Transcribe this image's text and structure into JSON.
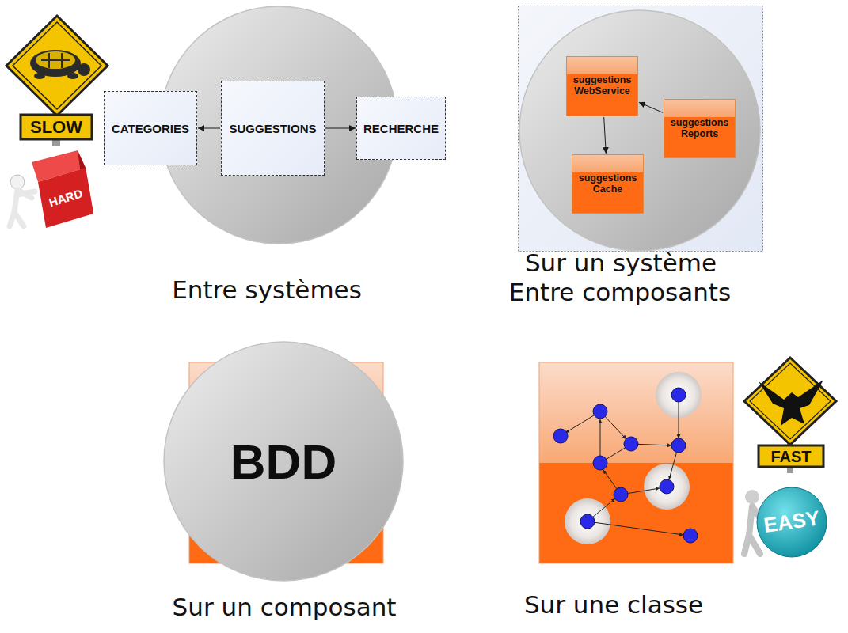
{
  "diagram": {
    "nodes": [
      {
        "text": [
          "CATEGORIES"
        ]
      },
      {
        "text": [
          "SUGGESTIONS"
        ]
      },
      {
        "text": [
          "RECHERCHE"
        ]
      },
      {
        "text": [
          "suggestions WebService"
        ]
      },
      {
        "text": [
          "suggestions Reports"
        ]
      },
      {
        "text": [
          "suggestions Cache"
        ]
      },
      {
        "text": [
          "BDD"
        ]
      }
    ],
    "edges": [
      {
        "from": 1,
        "to": 0,
        "arrow": "to"
      },
      {
        "from": 1,
        "to": 2,
        "arrow": "to"
      },
      {
        "from": 3,
        "to": 5,
        "arrow": "to"
      },
      {
        "from": 4,
        "to": 3,
        "arrow": "to"
      }
    ],
    "labels": [
      "SLOW",
      "HARD",
      "Entre systèmes",
      "Sur un système",
      "Entre composants",
      "Sur un composant",
      "Sur une classe",
      "FAST",
      "EASY"
    ]
  }
}
